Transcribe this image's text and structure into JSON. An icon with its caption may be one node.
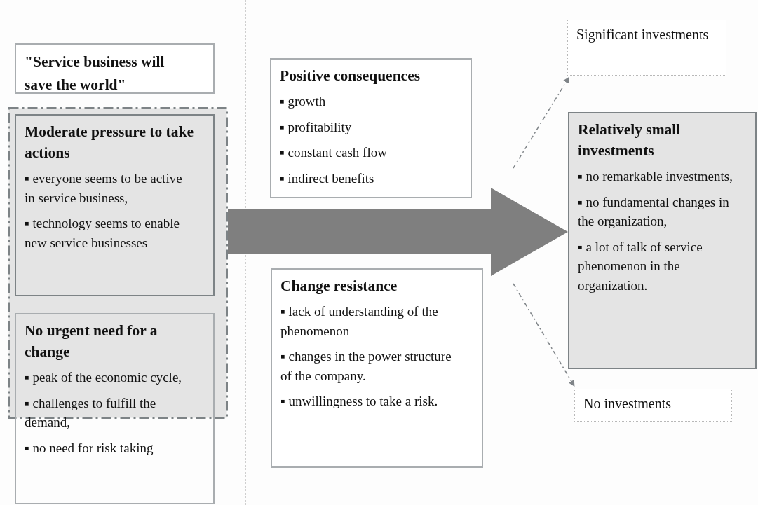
{
  "diagram": {
    "nodes": [
      {
        "text": [
          "\"Service business will save the world\""
        ]
      },
      {
        "text": [],
        "shape": "box"
      },
      {
        "text": [
          "Moderate pressure to take actions",
          "▪ everyone seems to be active in service business,",
          "▪ technology seems to enable new service businesses"
        ],
        "in": 1
      },
      {
        "text": [
          "No urgent need for a change",
          "▪ peak of the economic cycle,",
          "▪ challenges to fulfill the demand,",
          "▪ no need for risk taking"
        ]
      },
      {
        "text": [
          "Positive consequences",
          "▪ growth",
          "▪ profitability",
          "▪ constant cash flow",
          "▪ indirect benefits"
        ]
      },
      {
        "text": [
          "Change resistance",
          "▪ lack of understanding of the phenomenon",
          "▪ changes in the power structure of the company.",
          "▪ unwillingness to take a risk."
        ]
      },
      {
        "text": [
          "Significant investments"
        ]
      },
      {
        "text": [
          "Relatively small investments",
          "▪ no remarkable investments,",
          "▪ no fundamental changes in the organization,",
          "▪ a lot of talk of service phenomenon in the organization."
        ]
      },
      {
        "text": [
          "No investments"
        ]
      }
    ],
    "edges": [
      {
        "from": 1,
        "to": 7,
        "arrow": "to",
        "style": "thick"
      },
      {
        "from": null,
        "to": 6,
        "arrow": "to",
        "style": "dashed"
      },
      {
        "from": null,
        "to": 8,
        "arrow": "to",
        "style": "dashed"
      }
    ]
  }
}
